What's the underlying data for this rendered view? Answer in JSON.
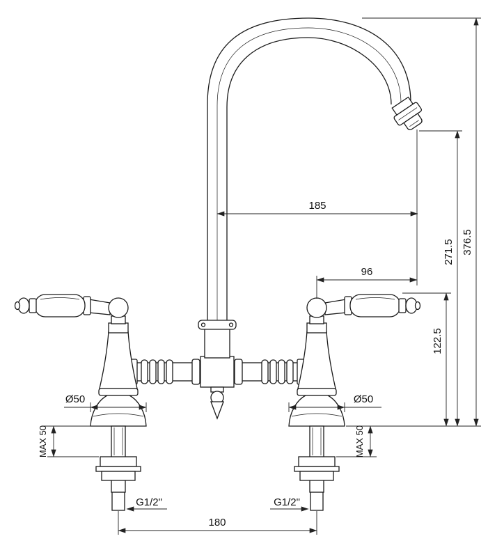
{
  "drawing": {
    "subject": "bridge-mixer-tap-dimension-drawing",
    "colors": {
      "line": "#1a1a1a",
      "dimension": "#222222",
      "background": "#ffffff"
    },
    "dims": {
      "reach": "185",
      "handle_to_outlet": "96",
      "outlet_height": "271.5",
      "total_height": "376.5",
      "handle_height": "122.5",
      "flange_dia_left": "Ø50",
      "flange_dia_right": "Ø50",
      "max_depth_left": "MAX 50",
      "max_depth_right": "MAX 50",
      "thread_left": "G1/2\"",
      "thread_right": "G1/2\"",
      "hole_distance": "180"
    }
  }
}
